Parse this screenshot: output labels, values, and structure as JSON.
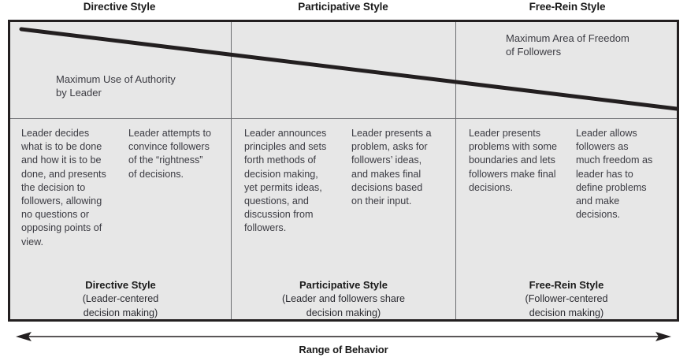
{
  "headers": [
    "Directive Style",
    "Participative Style",
    "Free-Rein Style"
  ],
  "upper_band": {
    "left_caption": "Maximum Use of Authority\nby Leader",
    "right_caption": "Maximum Area of Freedom\nof Followers",
    "diagonal_line": {
      "description": "authority-freedom-diagonal",
      "color": "#231f20"
    }
  },
  "sections": [
    {
      "cells": [
        "Leader decides\nwhat is to be done\nand how it is to be\ndone, and presents\nthe decision to\nfollowers, allowing\nno questions or\nopposing points of\nview.",
        "Leader attempts to\nconvince followers\nof the “rightness”\nof decisions."
      ],
      "summary_title": "Directive Style",
      "summary_sub": "(Leader-centered\ndecision making)"
    },
    {
      "cells": [
        "Leader announces\nprinciples and sets\nforth methods of\ndecision making,\nyet permits ideas,\nquestions, and\ndiscussion from\nfollowers.",
        "Leader presents a\nproblem, asks for\nfollowers’ ideas,\nand makes final\ndecisions based\non their input."
      ],
      "summary_title": "Participative Style",
      "summary_sub": "(Leader and followers share\ndecision making)"
    },
    {
      "cells": [
        "Leader presents\nproblems with some\nboundaries and lets\nfollowers make final\ndecisions.",
        "Leader allows\nfollowers as\nmuch freedom as\nleader has to\ndefine problems\nand make\ndecisions."
      ],
      "summary_title": "Free-Rein Style",
      "summary_sub": "(Follower-centered\ndecision making)"
    }
  ],
  "footer": {
    "range_label": "Range of Behavior",
    "arrow": "double-headed-horizontal-arrow"
  },
  "colors": {
    "panel_background": "#e7e7e7",
    "border": "#231f20",
    "divider": "#6d6e71",
    "text": "#3b3b42",
    "heading": "#1a1a1a"
  }
}
